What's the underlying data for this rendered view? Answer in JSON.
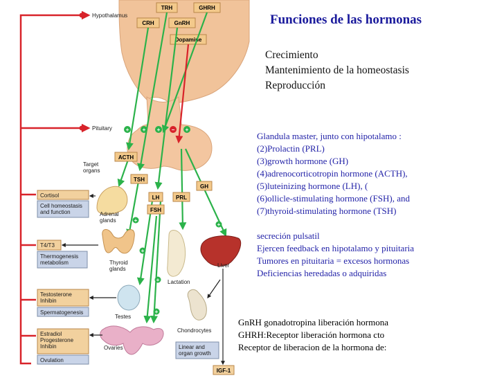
{
  "title": "Funciones de las hormonas",
  "functions": [
    "Crecimiento",
    "Mantenimiento de la homeostasis",
    "Reproducción"
  ],
  "pituitary_notes": [
    "Glandula master, junto con hipotalamo :",
    "(2)Prolactin (PRL)",
    "(3)growth hormone (GH)",
    "(4)adrenocorticotropin hormone (ACTH),",
    "(5)luteinizing hormone (LH), (",
    "(6)ollicle-stimulating hormone (FSH), and",
    "(7)thyroid-stimulating hormone (TSH)"
  ],
  "regulation_notes": [
    "secreción pulsatil",
    "Ejercen feedback en hipotalamo y pituitaria",
    "Tumores en pituitaria = excesos hormonas",
    "Deficiencias heredadas o adquiridas"
  ],
  "abbreviations": [
    "GnRH gonadotropina liberación hormona",
    "GHRH:Receptor liberación hormona cto",
    "Receptor de liberacion de la hormona de:"
  ],
  "diagram": {
    "hypothalamus_label": "Hypothalamus",
    "pituitary_label": "Pituitary",
    "target_organs_label": "Target\norgans",
    "hypothalamic_hormones": [
      "TRH",
      "GHRH",
      "CRH",
      "GnRH",
      "Dopamine"
    ],
    "pituitary_hormones": [
      "ACTH",
      "TSH",
      "LH",
      "FSH",
      "PRL",
      "GH"
    ],
    "organs": [
      "Adrenal\nglands",
      "Thyroid\nglands",
      "Testes",
      "Ovaries",
      "Lactation",
      "Liver",
      "Chondrocytes"
    ],
    "products": {
      "adrenal": "Cortisol",
      "thyroid": "T4/T3",
      "testes": "Testosterone\nInhibin",
      "ovaries": "Estradiol\nProgesterone\nInhibin",
      "liver": "IGF-1"
    },
    "effects": {
      "adrenal": "Cell homeostasis\nand function",
      "thyroid": "Thermogenesis\nmetabolism",
      "testes": "Spermatogenesis",
      "ovaries": "Ovulation",
      "chondrocytes": "Linear and\norgan growth"
    },
    "signs": {
      "stimulate": "+",
      "inhibit": "−"
    },
    "colors": {
      "stimulatory": "#2bb24a",
      "inhibitory": "#d8232a",
      "feedback": "#d8232a",
      "hormone_box": "#f3c98b",
      "product_box": "#f2d19e",
      "effect_box": "#c9d4e8",
      "tissue": "#f2c49b"
    }
  }
}
